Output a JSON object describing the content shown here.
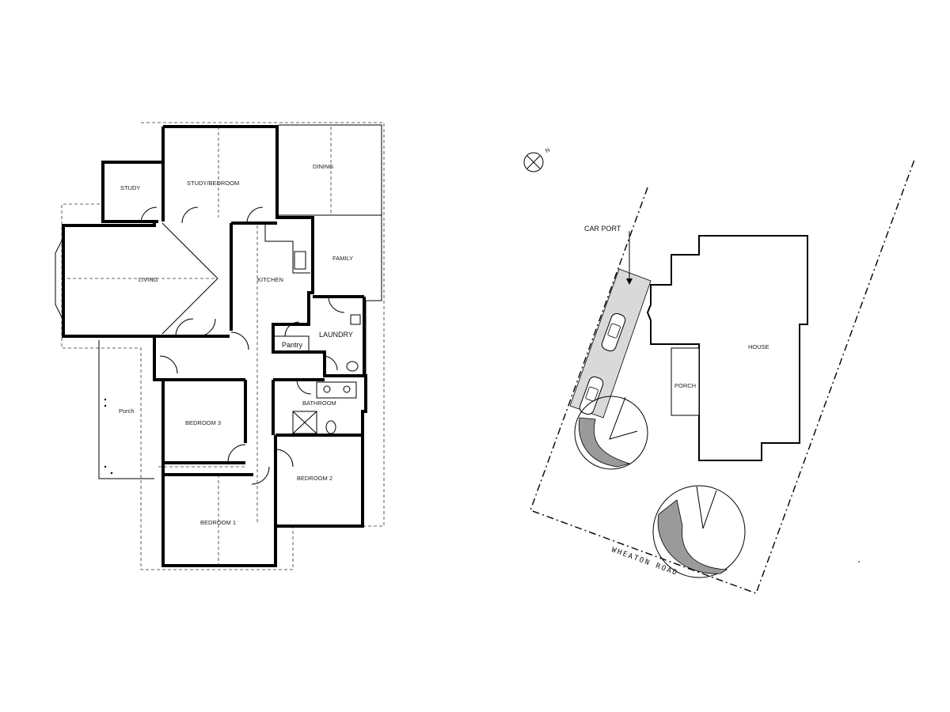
{
  "floor_plan": {
    "rooms": {
      "study": "STUDY",
      "study_bedroom": "STUDY/BEDROOM",
      "dining": "DINING",
      "living": "LIVING",
      "kitchen": "KITCHEN",
      "family": "FAMILY",
      "laundry": "LAUNDRY",
      "pantry": "Pantry",
      "bathroom": "BATHROOM",
      "bedroom3": "BEDROOM 3",
      "bedroom2": "BEDROOM 2",
      "bedroom1": "BEDROOM 1",
      "porch": "Porch"
    }
  },
  "site_plan": {
    "north_label": "N",
    "car_port_label": "CAR PORT",
    "house_label": "HOUSE",
    "porch_label": "PORCH",
    "road_label": "WHEATON ROAD"
  },
  "colors": {
    "line": "#000000",
    "carport_fill": "#d9d9d9",
    "hatch_fill": "#9a9a9a",
    "background": "#ffffff"
  }
}
